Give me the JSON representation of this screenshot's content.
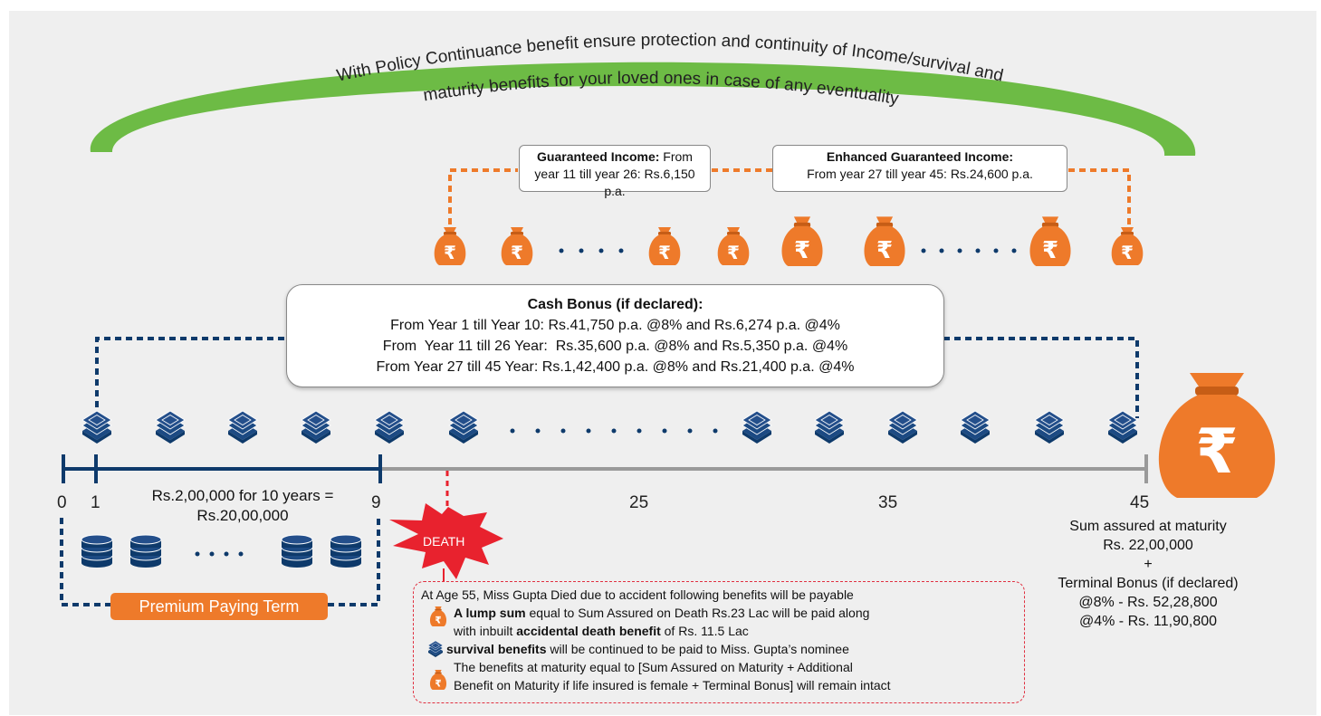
{
  "arc_text": {
    "line1": "With Policy Continuance benefit ensure protection and continuity of Income/survival and",
    "line2": "maturity benefits for your loved ones in case of any eventuality"
  },
  "guaranteed_income": {
    "label": "Guaranteed Income:",
    "text_a": " From",
    "text_b": "year 11 till year 26: Rs.6,150 p.a."
  },
  "enhanced_income": {
    "label": "Enhanced Guaranteed Income:",
    "text": "From year 27 till year 45: Rs.24,600 p.a."
  },
  "cash_bonus": {
    "title": "Cash Bonus (if declared):",
    "lines": [
      "From Year 1 till Year 10: Rs.41,750 p.a. @8% and Rs.6,274 p.a. @4%",
      "From  Year 11 till 26 Year:  Rs.35,600 p.a. @8% and Rs.5,350 p.a. @4%",
      "From Year 27 till 45 Year: Rs.1,42,400 p.a. @8% and Rs.21,400 p.a. @4%"
    ]
  },
  "timeline": {
    "labels": [
      "0",
      "1",
      "9",
      "25",
      "35",
      "45"
    ],
    "premium_text": [
      "Rs.2,00,000 for 10 years =",
      "Rs.20,00,000"
    ],
    "premium_term": "Premium Paying Term"
  },
  "death": {
    "label": "DEATH",
    "intro": "At Age 55, Miss Gupta Died due to accident following benefits will be payable",
    "lump_bold": "A lump sum",
    "lump_rest": " equal to Sum Assured on Death Rs.23 Lac will be paid along",
    "lump_line2a": "with inbuilt ",
    "lump_bold2": "accidental death benefit",
    "lump_line2b": " of Rs. 11.5 Lac",
    "survival_bold": "survival benefits",
    "survival_rest": " will be continued to be paid to Miss. Gupta’s nominee",
    "maturity_line1": "The benefits at maturity equal to [Sum Assured on Maturity + Additional",
    "maturity_line2": "Benefit on Maturity if life insured is female + Terminal Bonus] will remain intact"
  },
  "maturity": {
    "lines": [
      "Sum assured at maturity",
      "Rs. 22,00,000",
      "+",
      "Terminal Bonus (if declared)",
      "@8% - Rs. 52,28,800",
      "@4% - Rs. 11,90,800"
    ]
  },
  "colors": {
    "green": "#6dbb45",
    "orange": "#ee7a2a",
    "navy": "#0e3a6b",
    "grey": "#9a9a9a",
    "red": "#e8222e"
  },
  "icons": {
    "bag": "rupee-bag-icon",
    "cash": "cash-stack-icon",
    "coins": "coin-stack-icon"
  }
}
